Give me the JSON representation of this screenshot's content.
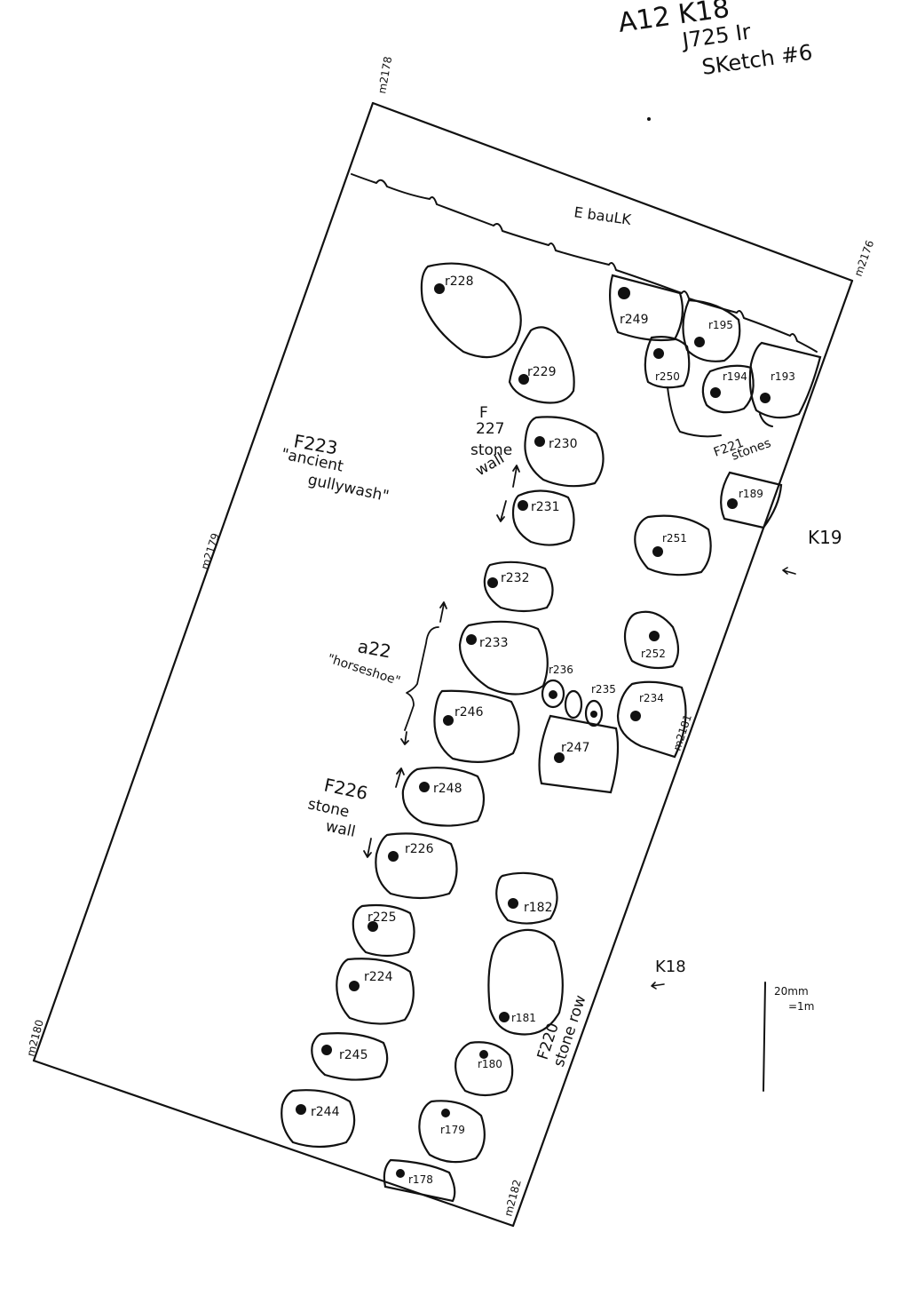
{
  "header": {
    "line1": "A12 K18",
    "line2": "J725 Ir",
    "line3": "SKetch #6"
  },
  "corners": {
    "top_left": "m2178",
    "top_right": "m2176",
    "bottom_left": "m2180",
    "bottom_right": "m2182",
    "left_mid": "m2179",
    "inner": "m2181"
  },
  "bank_label": "E bauLK",
  "features": {
    "f223": {
      "code": "F223",
      "line1": "\"ancient",
      "line2": "gullywash\""
    },
    "f227": {
      "code": "F",
      "num": "227",
      "line1": "stone",
      "line2": "wall"
    },
    "a22": {
      "code": "a22",
      "desc": "\"horseshoe\""
    },
    "f226": {
      "code": "F226",
      "line1": "stone",
      "line2": "wall"
    },
    "f221": {
      "code": "F221",
      "desc": "stones"
    },
    "f220": {
      "code": "F220",
      "desc": "stone row"
    }
  },
  "grid_refs": {
    "k19": "K19",
    "k18": "K18"
  },
  "scale": {
    "line1": "20mm",
    "line2": "=1m"
  },
  "stones": [
    {
      "id": "r228"
    },
    {
      "id": "r229"
    },
    {
      "id": "r230"
    },
    {
      "id": "r231"
    },
    {
      "id": "r232"
    },
    {
      "id": "r233"
    },
    {
      "id": "r246"
    },
    {
      "id": "r248"
    },
    {
      "id": "r226"
    },
    {
      "id": "r225"
    },
    {
      "id": "r224"
    },
    {
      "id": "r245"
    },
    {
      "id": "r244"
    },
    {
      "id": "r178"
    },
    {
      "id": "r179"
    },
    {
      "id": "r180"
    },
    {
      "id": "r181"
    },
    {
      "id": "r182"
    },
    {
      "id": "r247"
    },
    {
      "id": "r236"
    },
    {
      "id": "r235"
    },
    {
      "id": "r234"
    },
    {
      "id": "r252"
    },
    {
      "id": "r251"
    },
    {
      "id": "r189"
    },
    {
      "id": "r193"
    },
    {
      "id": "r194"
    },
    {
      "id": "r195"
    },
    {
      "id": "r249"
    },
    {
      "id": "r250"
    }
  ]
}
